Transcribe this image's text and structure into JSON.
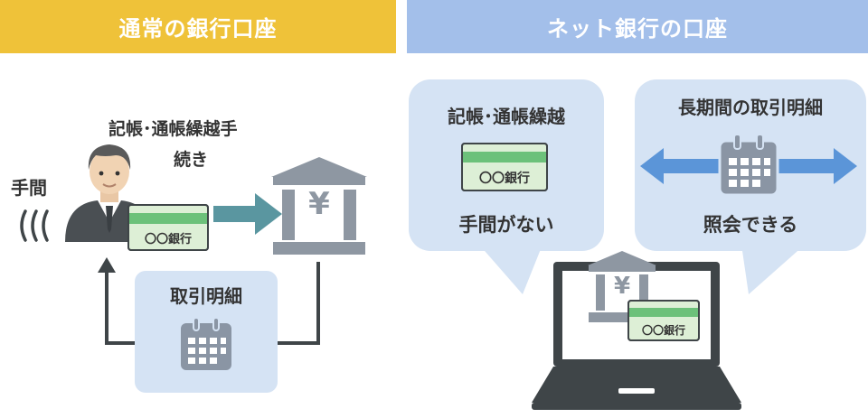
{
  "colors": {
    "header_left": "#EFC239",
    "header_right": "#A3BFEA",
    "bubble": "#D5E3F4",
    "passbook_green": "#6CC17A",
    "passbook_light": "#DDEFD6",
    "bank_gray": "#8E97A2",
    "arrow_teal": "#5A96A0",
    "arrow_blue": "#5B95D8",
    "calendar": "#8A95A4",
    "line_dark": "#3F4548"
  },
  "left": {
    "header": "通常の銀行口座",
    "effort_label": "手間",
    "procedure_line1": "記帳･通帳繰越手",
    "procedure_line2": "続き",
    "history_label": "取引明細",
    "passbook_label": "〇〇銀行",
    "bank_symbol": "¥"
  },
  "right": {
    "header": "ネット銀行の口座",
    "bubble1_title": "記帳･通帳繰越",
    "bubble1_caption": "手間がない",
    "bubble2_title": "長期間の取引明細",
    "bubble2_caption": "照会できる",
    "passbook_label": "〇〇銀行",
    "bank_symbol": "¥"
  },
  "icons": [
    "person-icon",
    "passbook-icon",
    "bank-icon",
    "calendar-icon",
    "laptop-icon",
    "double-arrow-icon",
    "right-arrow-icon",
    "up-arrow-icon"
  ]
}
